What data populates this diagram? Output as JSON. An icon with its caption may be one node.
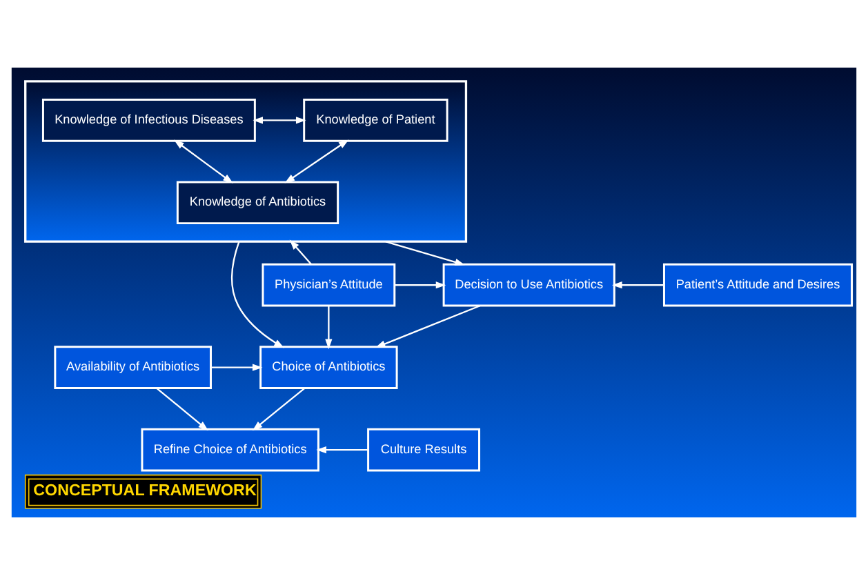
{
  "diagram": {
    "title": "CONCEPTUAL FRAMEWORK",
    "nodes": [
      {
        "text": [],
        "shape": "box"
      },
      {
        "text": [
          "Knowledge of Infectious Diseases"
        ],
        "in": 0
      },
      {
        "text": [
          "Knowledge of Patient"
        ],
        "in": 0
      },
      {
        "text": [
          "Knowledge of Antibiotics"
        ],
        "in": 0
      },
      {
        "text": [
          "Physician’s Attitude"
        ]
      },
      {
        "text": [
          "Decision to Use Antibiotics"
        ]
      },
      {
        "text": [
          "Patient’s Attitude and Desires"
        ]
      },
      {
        "text": [
          "Availability of Antibiotics"
        ]
      },
      {
        "text": [
          "Choice of Antibiotics"
        ]
      },
      {
        "text": [
          "Refine Choice of Antibiotics"
        ]
      },
      {
        "text": [
          "Culture Results"
        ]
      }
    ],
    "edges": [
      {
        "from": 1,
        "to": 2,
        "arrow": "both"
      },
      {
        "from": 1,
        "to": 3,
        "arrow": "both"
      },
      {
        "from": 2,
        "to": 3,
        "arrow": "both"
      },
      {
        "from": 4,
        "to": 0,
        "arrow": "to"
      },
      {
        "from": 0,
        "to": 5,
        "arrow": "to"
      },
      {
        "from": 0,
        "to": 8,
        "arrow": "to"
      },
      {
        "from": 4,
        "to": 5,
        "arrow": "to"
      },
      {
        "from": 6,
        "to": 5,
        "arrow": "to"
      },
      {
        "from": 4,
        "to": 8,
        "arrow": "to"
      },
      {
        "from": 7,
        "to": 8,
        "arrow": "to"
      },
      {
        "from": 5,
        "to": 8,
        "arrow": "to"
      },
      {
        "from": 8,
        "to": 9,
        "arrow": "to"
      },
      {
        "from": 7,
        "to": 9,
        "arrow": "to"
      },
      {
        "from": 10,
        "to": 9,
        "arrow": "to"
      }
    ]
  }
}
